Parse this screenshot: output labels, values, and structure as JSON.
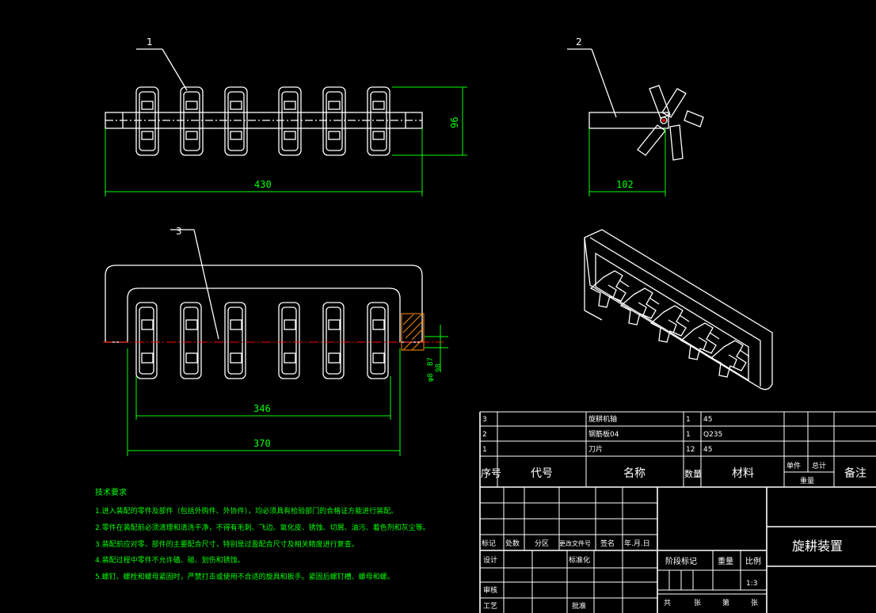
{
  "callouts": [
    "1",
    "2",
    "3"
  ],
  "dimensions": {
    "top_width": "430",
    "top_height": "96",
    "side_width": "102",
    "front_inner": "346",
    "front_outer": "370",
    "front_dia_a": "φ8",
    "front_dia_b": "B7",
    "front_dia_c": "98"
  },
  "tech": {
    "title": "技术要求",
    "lines": [
      "1.进入装配的零件及部件（包括外购件、外协件），均必须具有检验部门的合格证方能进行装配。",
      "2.零件在装配前必须清理和清洗干净，不得有毛刺、飞边、氧化皮、锈蚀、切屑、油污、着色剂和灰尘等。",
      "3.装配前应对零、部件的主要配合尺寸，特别是过盈配合尺寸及相关精度进行复查。",
      "4.装配过程中零件不允许磕、碰、划伤和锈蚀。",
      "5.螺钉、螺栓和螺母紧固时，严禁打击或使用不合适的旋具和扳手。紧固后螺钉槽、螺母和螺。"
    ]
  },
  "bom": {
    "rows": [
      {
        "no": "3",
        "code": "",
        "name": "旋耕机轴",
        "qty": "1",
        "material": "45"
      },
      {
        "no": "2",
        "code": "",
        "name": "钢筋板04",
        "qty": "1",
        "material": "Q235"
      },
      {
        "no": "1",
        "code": "",
        "name": "刀片",
        "qty": "12",
        "material": "45"
      }
    ],
    "header": {
      "no": "序号",
      "code": "代号",
      "name": "名称",
      "qty": "数量",
      "material": "材料",
      "unit": "单件",
      "total": "总计",
      "weight": "重量",
      "remark": "备注"
    }
  },
  "title_block": {
    "drawing_name": "旋耕装置",
    "rev_labels": [
      "标记",
      "处数",
      "分区",
      "更改文件号",
      "签名",
      "年.月.日"
    ],
    "design": "设计",
    "standard": "标准化",
    "check": "审核",
    "process": "工艺",
    "approve": "批准",
    "stage": "阶段标记",
    "weight": "重量",
    "scale": "比例",
    "scale_value": "1:3",
    "sheets_total": "共",
    "sheet_word": "张",
    "sheet_no": "第",
    "sheet_word2": "张"
  },
  "colors": {
    "background": "#000000",
    "line": "#ffffff",
    "dimension": "#00ff00",
    "hatch": "#ff8c00",
    "center": "#ff0000"
  }
}
